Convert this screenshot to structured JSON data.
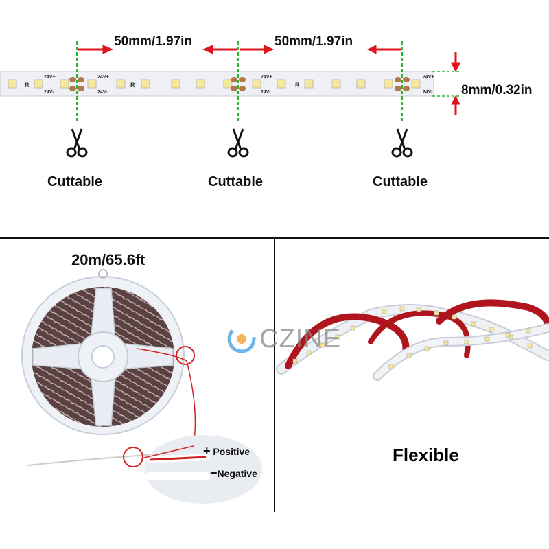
{
  "top": {
    "segment_label_1": "50mm/1.97in",
    "segment_label_2": "50mm/1.97in",
    "width_label": "8mm/0.32in",
    "cut_label_1": "Cuttable",
    "cut_label_2": "Cuttable",
    "cut_label_3": "Cuttable",
    "pad_pos": "24V+",
    "pad_neg": "24V-",
    "resistor_mark": "R"
  },
  "bottom_left": {
    "length_label": "20m/65.6ft",
    "positive_label": "Positive",
    "negative_label": "Negative",
    "positive_sign": "+",
    "negative_sign": "−"
  },
  "bottom_right": {
    "watermark": "CZINE",
    "flexible_label": "Flexible"
  },
  "icons": [
    "scissors-icon",
    "reel-icon",
    "logo-icon"
  ],
  "colors": {
    "arrow": "#e0141c",
    "cut_line": "#2bb52b",
    "strip": "#eef0f4",
    "wire_circle": "#d42020"
  }
}
